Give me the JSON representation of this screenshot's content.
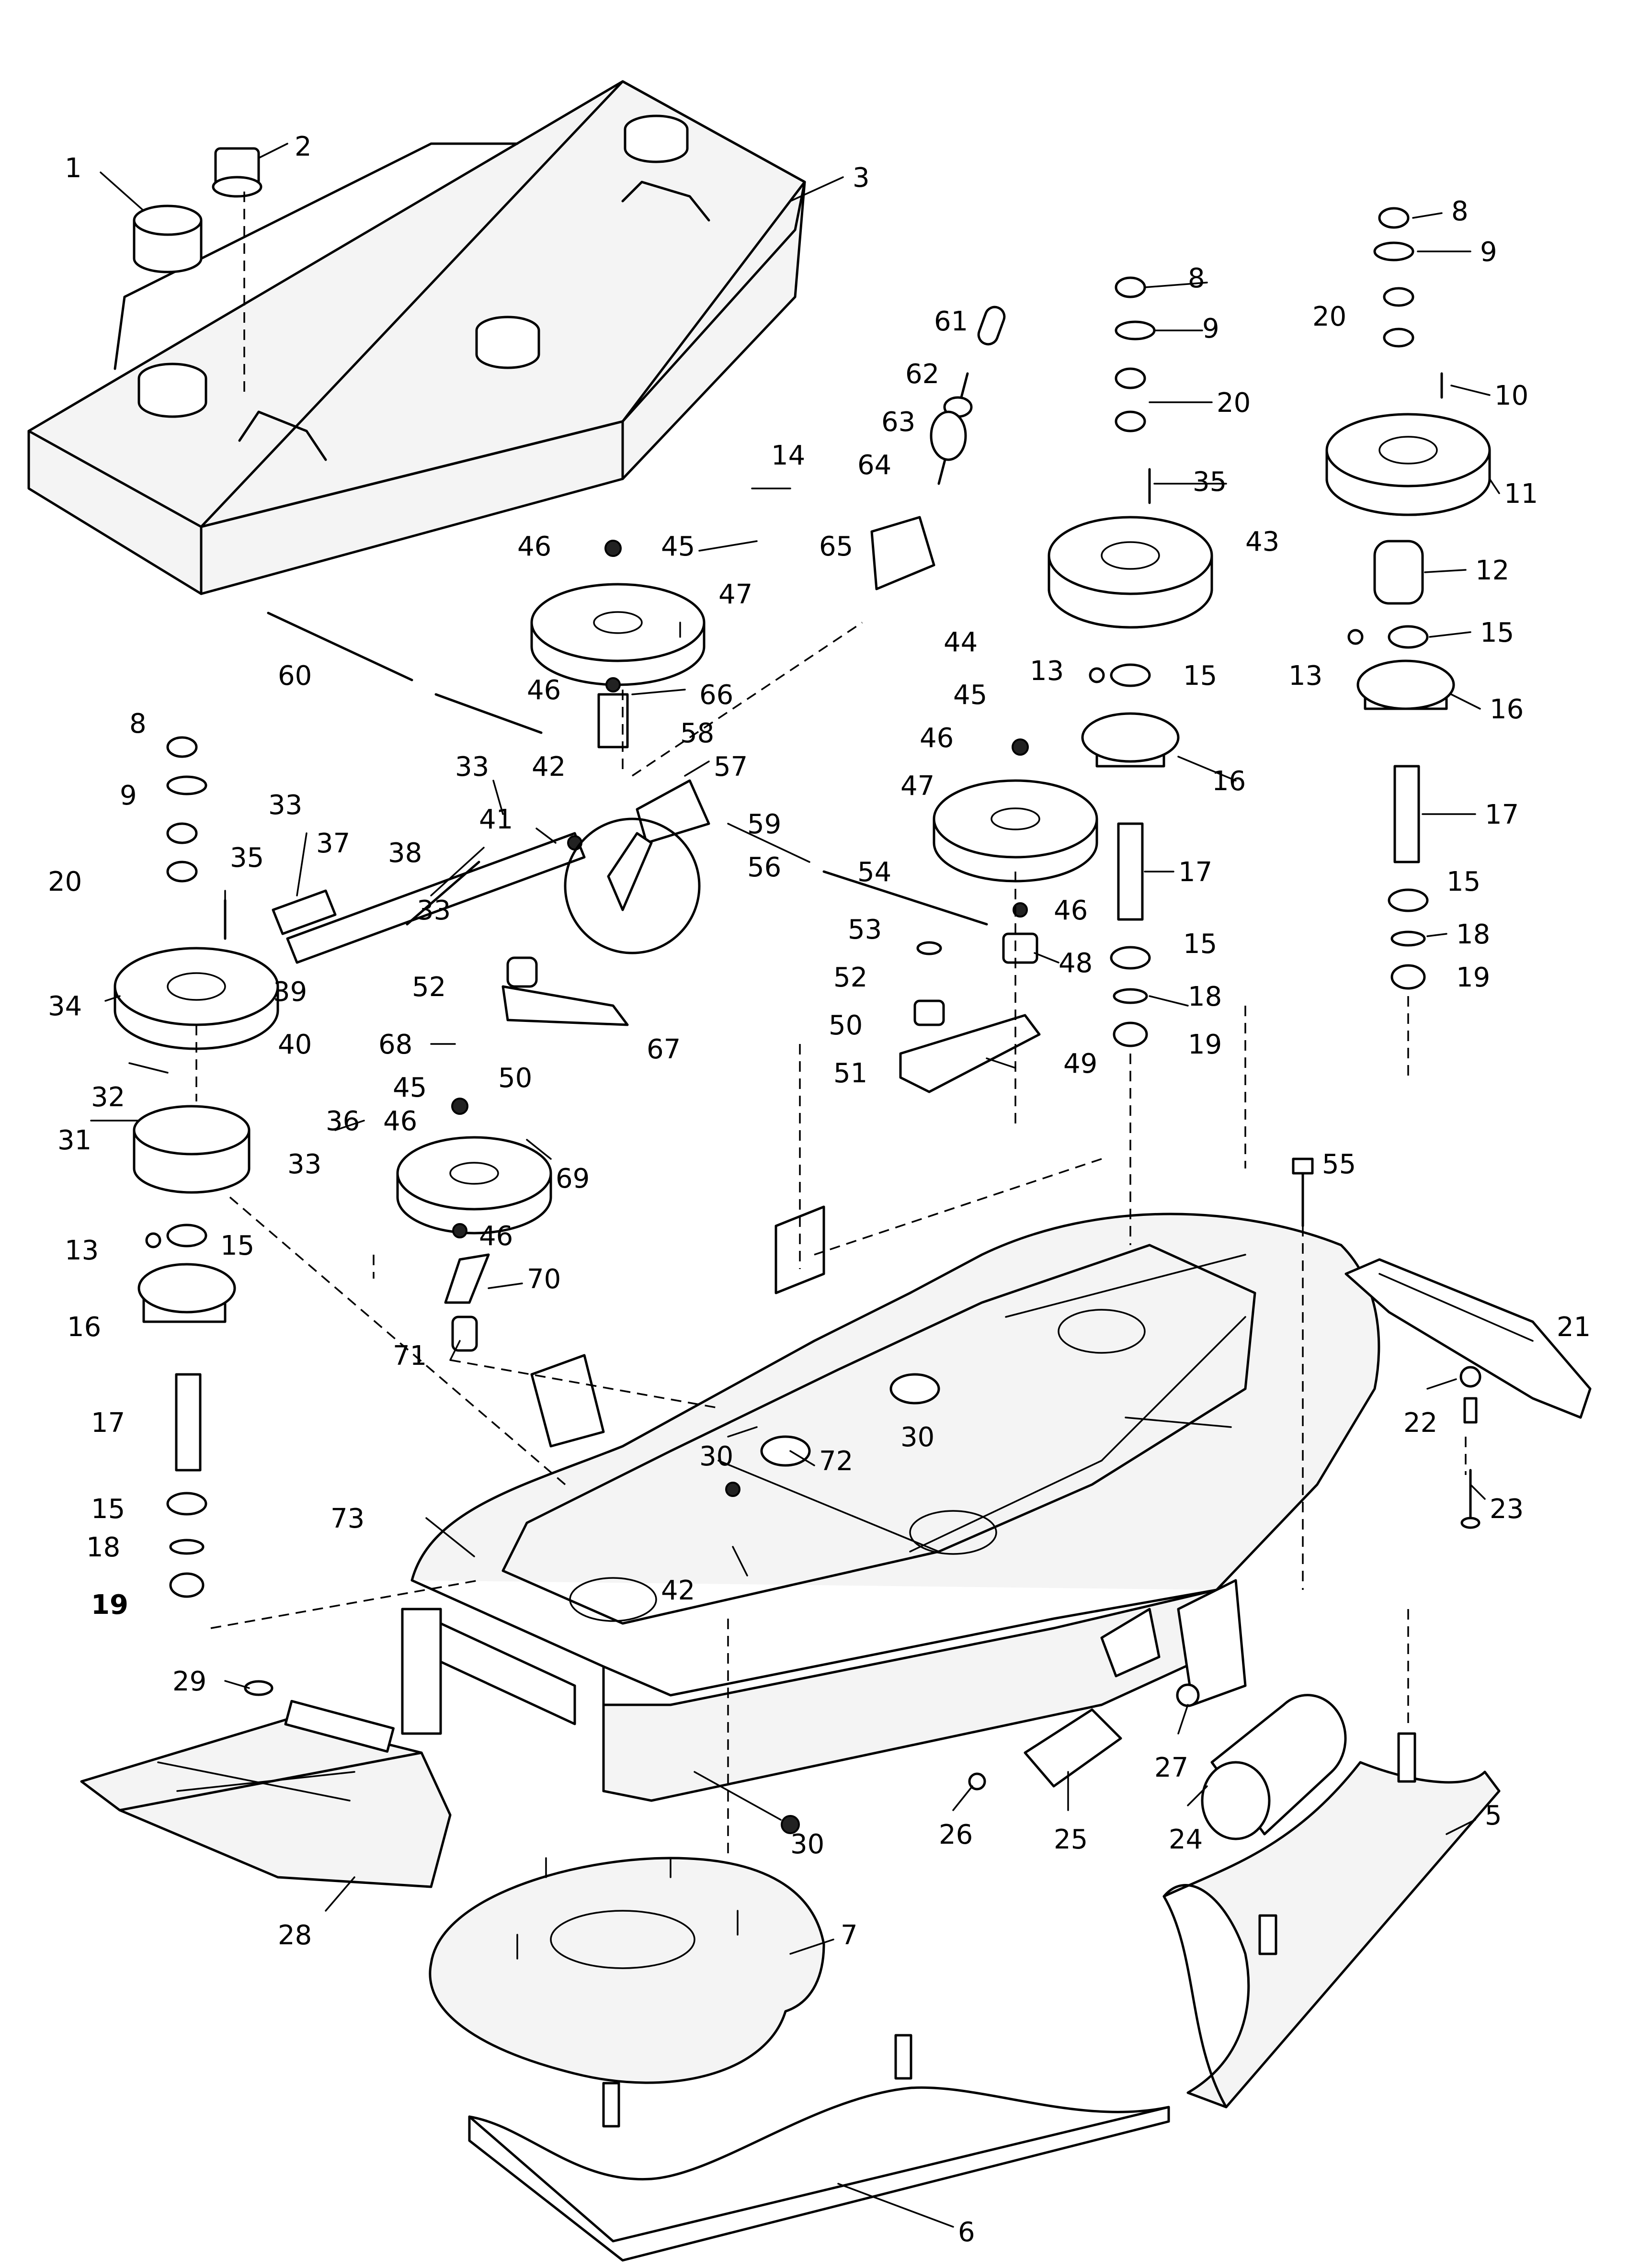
{
  "diagram": {
    "callouts": [
      "1",
      "2",
      "3",
      "5",
      "6",
      "7",
      "8",
      "9",
      "10",
      "11",
      "12",
      "13",
      "14",
      "15",
      "16",
      "17",
      "18",
      "19",
      "20",
      "21",
      "22",
      "23",
      "24",
      "25",
      "26",
      "27",
      "28",
      "29",
      "30",
      "31",
      "32",
      "33",
      "34",
      "35",
      "36",
      "37",
      "38",
      "39",
      "40",
      "41",
      "42",
      "43",
      "44",
      "45",
      "46",
      "47",
      "48",
      "49",
      "50",
      "51",
      "52",
      "53",
      "54",
      "55",
      "56",
      "57",
      "58",
      "59",
      "60",
      "61",
      "62",
      "63",
      "64",
      "65",
      "66",
      "67",
      "68",
      "69",
      "70",
      "71",
      "72",
      "73"
    ]
  }
}
